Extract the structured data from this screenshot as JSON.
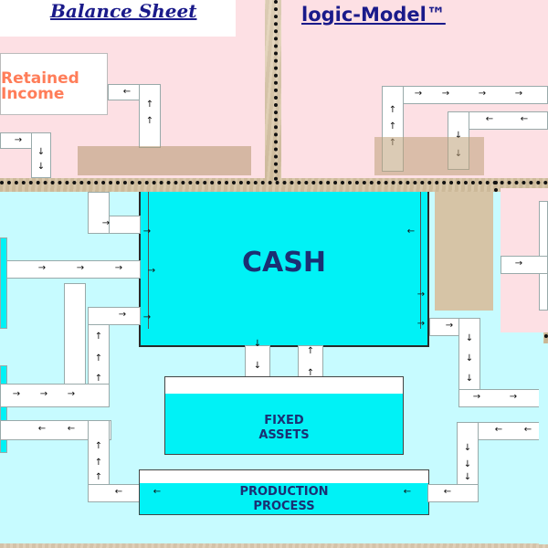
{
  "panels": {
    "balance_sheet_title": "Balance Sheet",
    "logic_model_title": "logic-Model™",
    "retained_income_line1": "Retained",
    "retained_income_line2": "Income"
  },
  "nodes": {
    "cash": "CASH",
    "fixed_assets_line1": "FIXED",
    "fixed_assets_line2": "ASSETS",
    "production_line1": "PRODUCTION",
    "production_line2": "PROCESS"
  },
  "glyphs": {
    "right": "→",
    "left": "←",
    "up": "↑",
    "down": "↓"
  },
  "colors": {
    "cash_box": "#00f2f6",
    "flow_panel": "#c7fbff",
    "balance_panel": "#fde0e4",
    "label_navy": "#1b2f73",
    "retained_orange": "#ff7d59"
  }
}
